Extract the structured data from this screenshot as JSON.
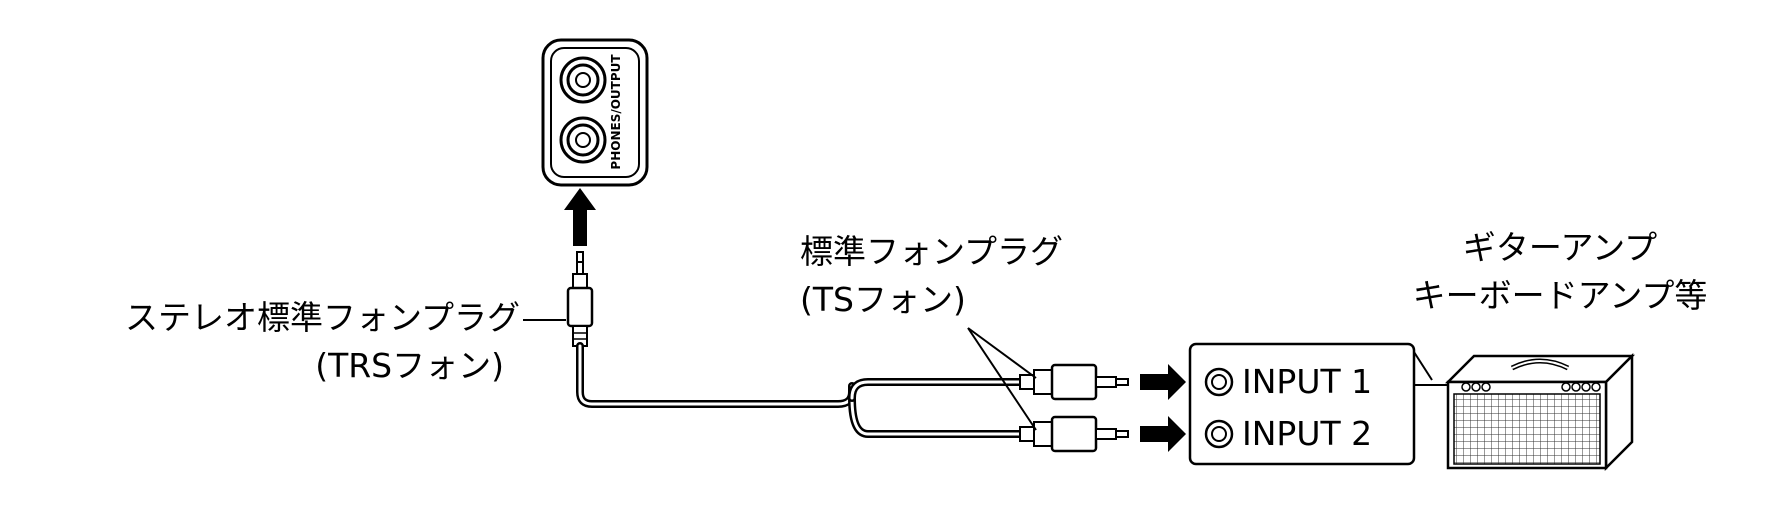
{
  "labels": {
    "stereo_plug": "ステレオ標準フォンプラグ",
    "trs": "(TRSフォン)",
    "std_plug": "標準フォンプラグ",
    "ts": "(TSフォン)",
    "guitar_amp": "ギターアンプ",
    "keyboard_amp": "キーボードアンプ等",
    "jack_panel_label": "PHONES/OUTPUT"
  },
  "inputs": [
    {
      "label": "INPUT 1"
    },
    {
      "label": "INPUT 2"
    }
  ]
}
